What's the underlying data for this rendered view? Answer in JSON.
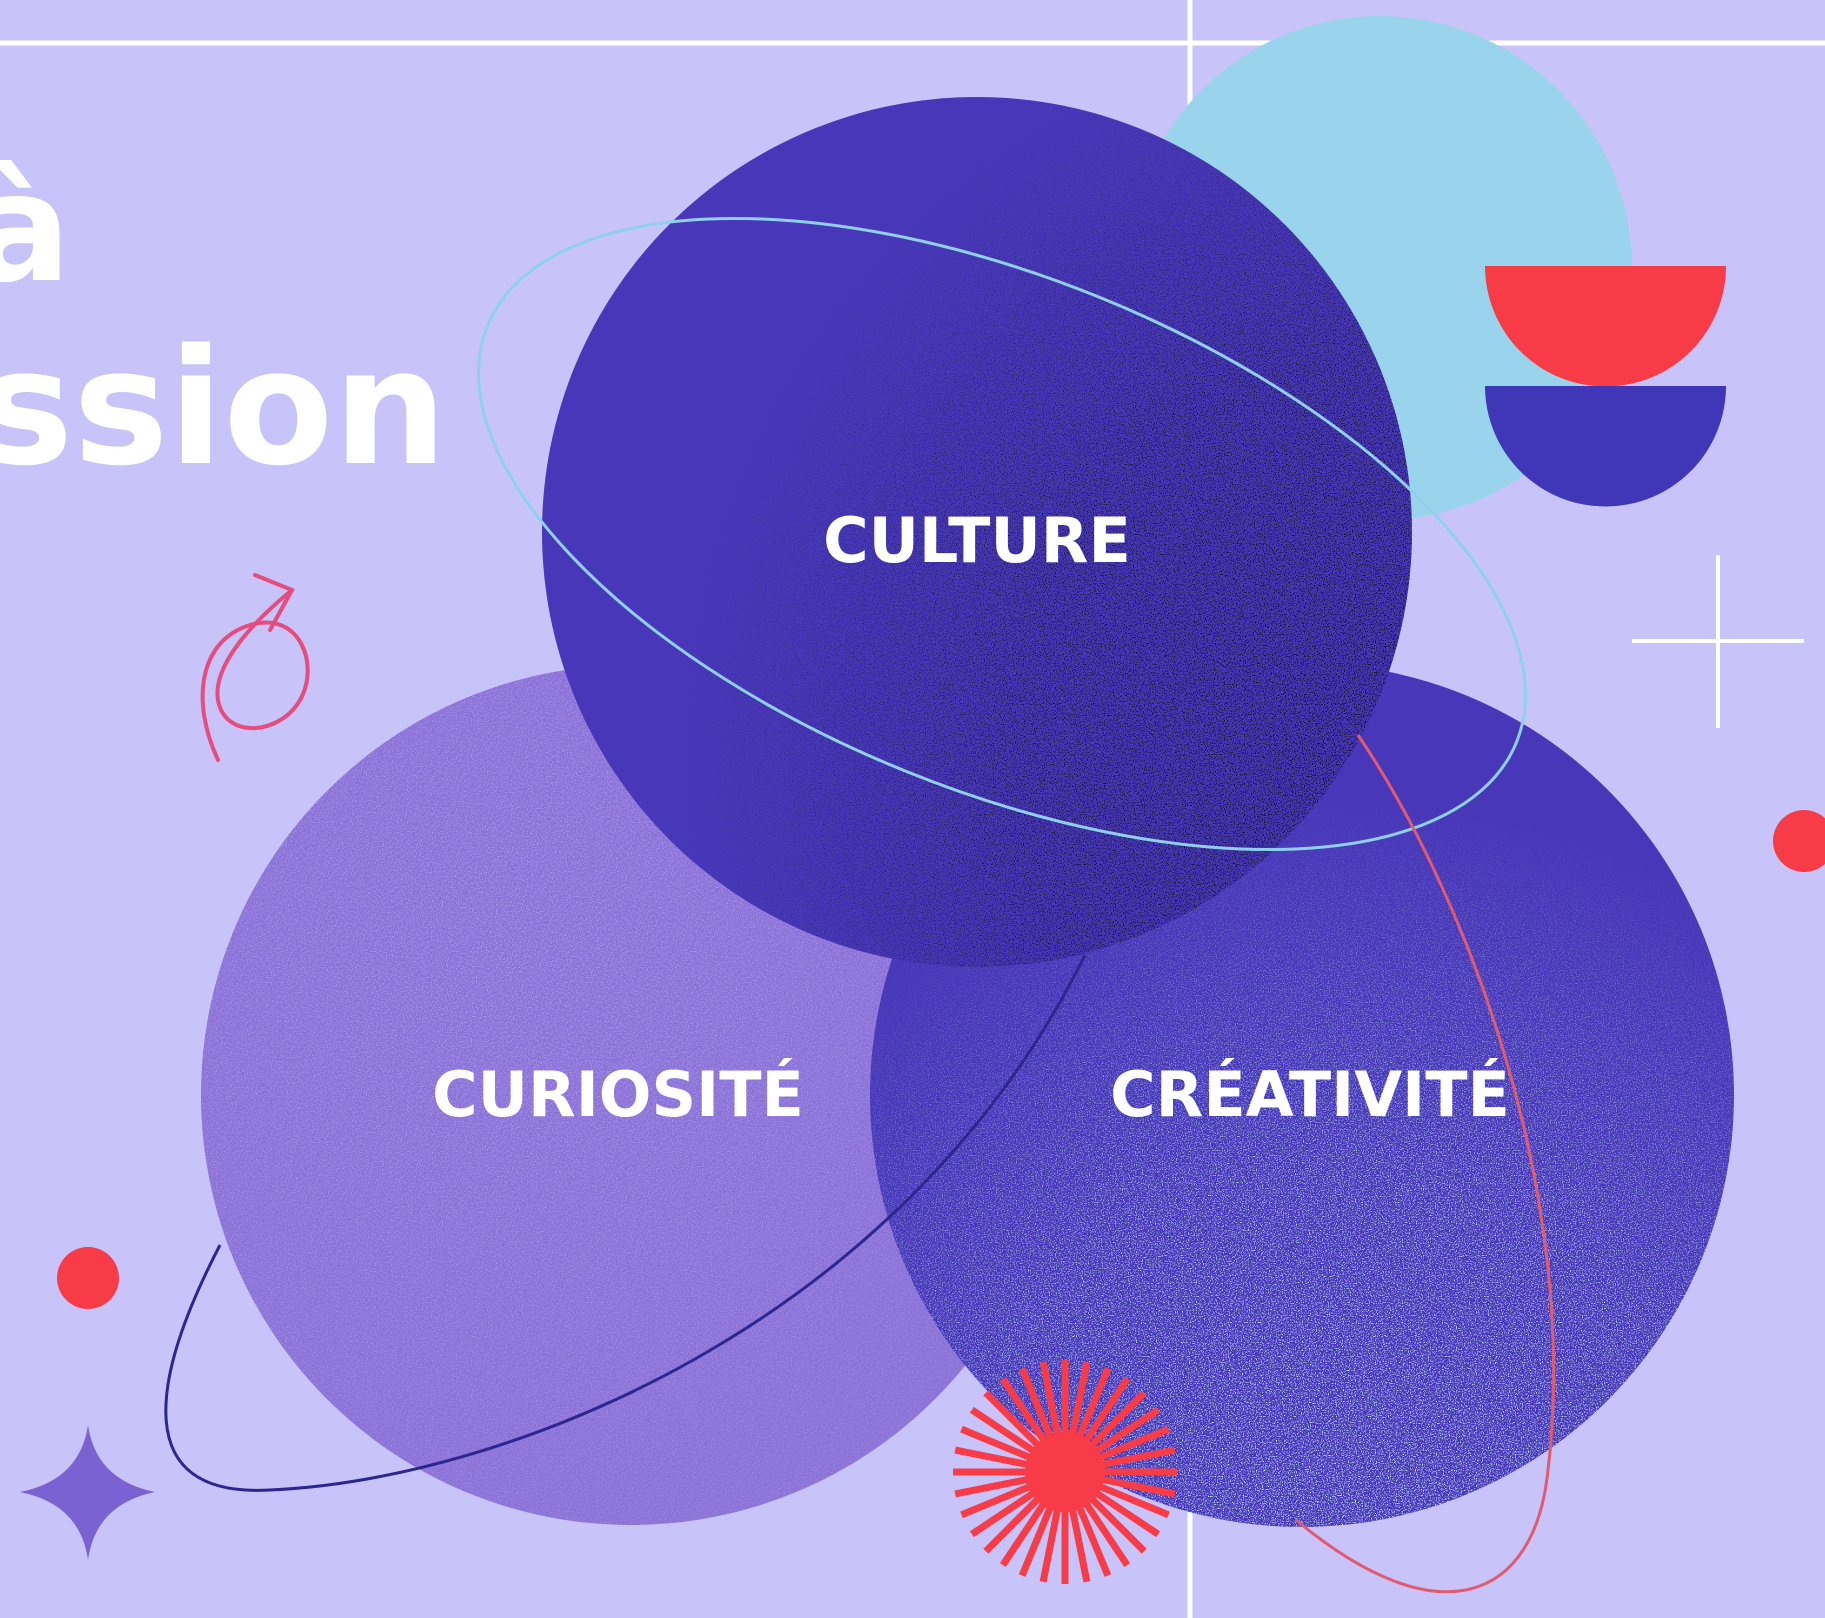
{
  "background_text": {
    "line1": "à",
    "line2": "ssion"
  },
  "circles": {
    "culture": {
      "label": "CULTURE",
      "fill": "#4838b9"
    },
    "curiosite": {
      "label": "CURIOSITÉ",
      "fill": "#8a72d6"
    },
    "creativite": {
      "label": "CRÉATIVITÉ",
      "fill": "#4838b9"
    }
  },
  "colors": {
    "background": "#c8c3f9",
    "accent_red": "#f73b47",
    "sky_blue": "#9ad4ec",
    "deep_indigo": "#3f36b8",
    "white": "#ffffff"
  },
  "icons": [
    "curly-arrow-icon",
    "plus-icon",
    "sparkle-star-icon",
    "sunburst-icon",
    "half-disc-icon"
  ]
}
